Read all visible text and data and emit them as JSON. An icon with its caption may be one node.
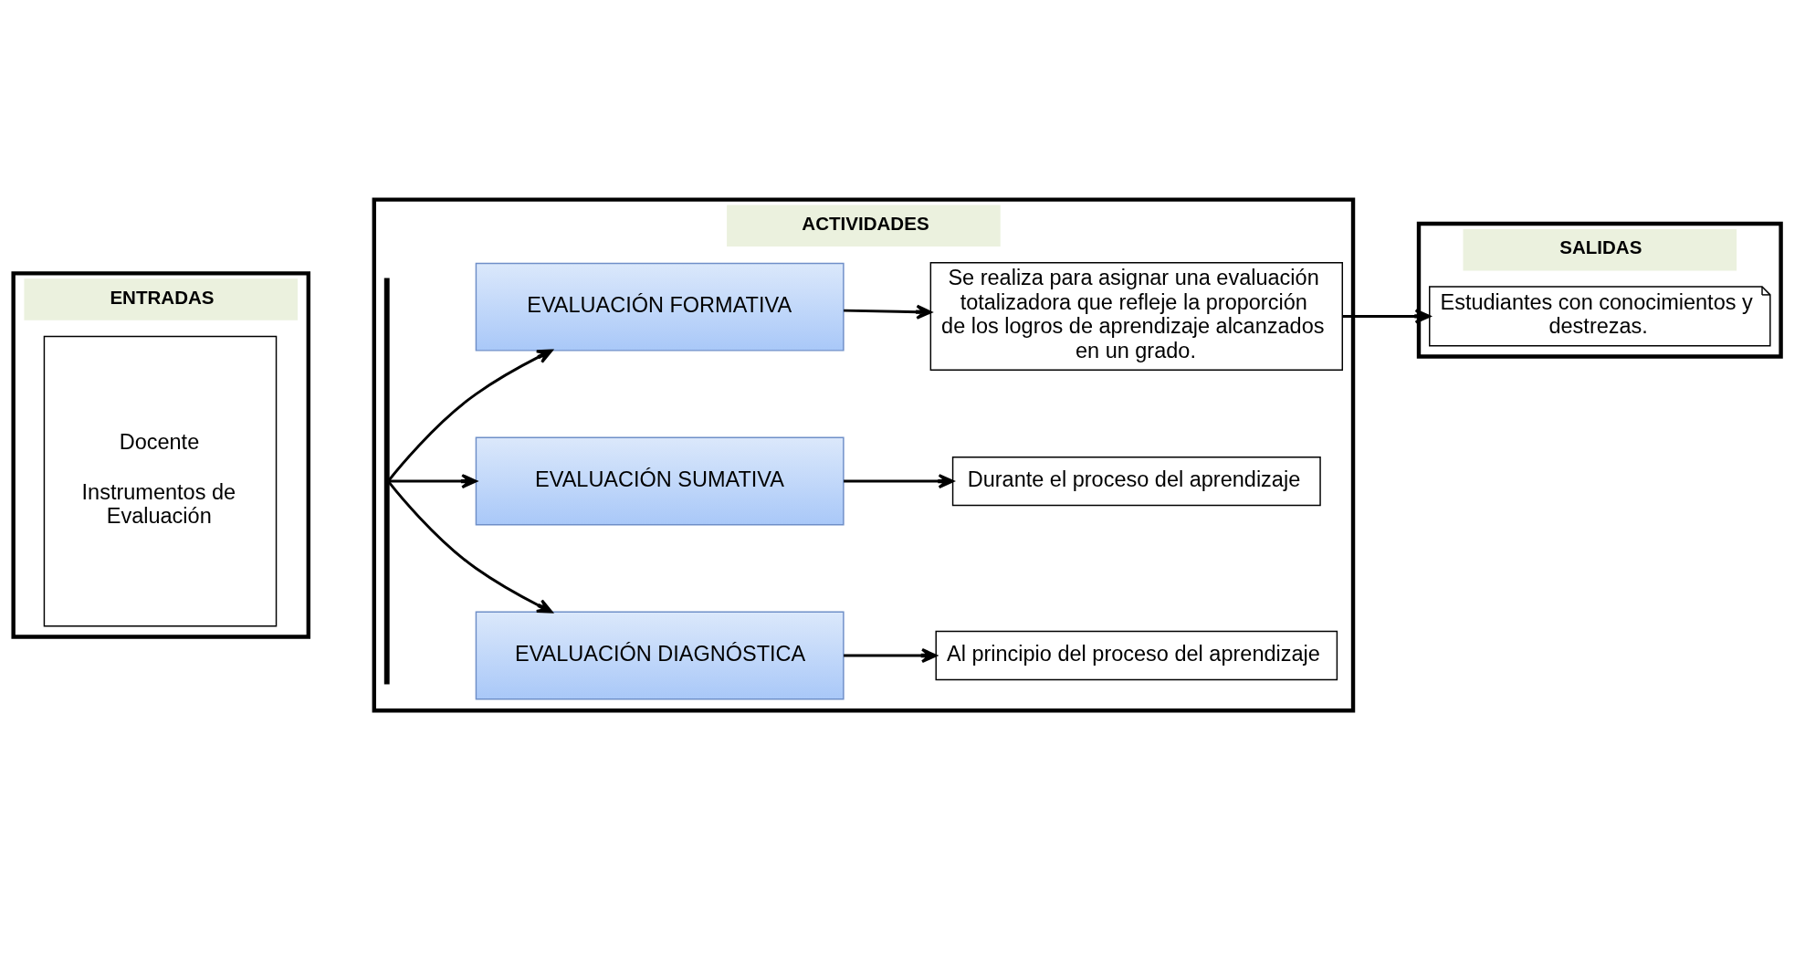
{
  "diagram": {
    "nodes": [
      {
        "text": [
          "ENTRADAS"
        ]
      },
      {
        "text": [
          "Docente",
          "Instrumentos de Evaluación"
        ],
        "in": 0
      },
      {
        "text": [
          "ACTIVIDADES"
        ]
      },
      {
        "text": [],
        "shape": "bar",
        "in": 2
      },
      {
        "text": [
          "EVALUACIÓN DIAGNÓSTICA"
        ],
        "in": 2
      },
      {
        "text": [
          "Al principio del proceso del aprendizaje"
        ],
        "in": 2
      },
      {
        "text": [
          "EVALUACIÓN SUMATIVA"
        ],
        "in": 2
      },
      {
        "text": [
          "Durante el proceso del aprendizaje"
        ],
        "in": 2
      },
      {
        "text": [
          "EVALUACIÓN FORMATIVA"
        ],
        "in": 2
      },
      {
        "text": [
          "Se realiza para asignar una evaluación totalizadora que refleje la proporción de los logros de aprendizaje alcanzados en un grado."
        ],
        "in": 2
      },
      {
        "text": [
          "SALIDAS"
        ]
      },
      {
        "text": [
          "Estudiantes con conocimientos y destrezas."
        ],
        "in": 10
      }
    ],
    "edges": [
      {
        "from": 3,
        "to": 4,
        "arrow": "to"
      },
      {
        "from": 3,
        "to": 6,
        "arrow": "to"
      },
      {
        "from": 3,
        "to": 8,
        "arrow": "to"
      },
      {
        "from": 4,
        "to": 5,
        "arrow": "to"
      },
      {
        "from": 6,
        "to": 7,
        "arrow": "to"
      },
      {
        "from": 8,
        "to": 9,
        "arrow": "to"
      },
      {
        "from": 9,
        "to": 11,
        "arrow": "to"
      }
    ]
  }
}
